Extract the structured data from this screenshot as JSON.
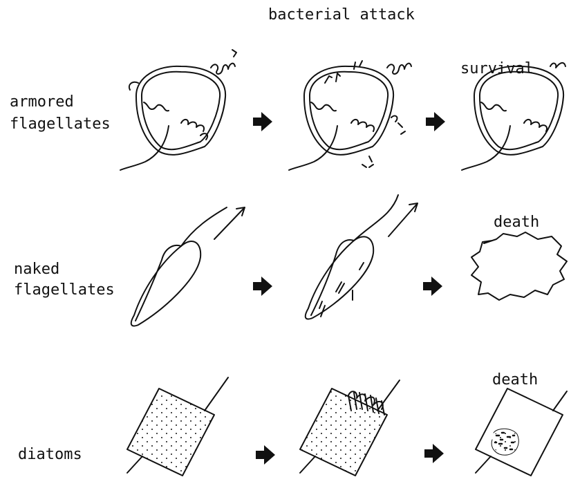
{
  "header": {
    "title": "bacterial attack"
  },
  "rows": [
    {
      "label_line1": "armored",
      "label_line2": "flagellates",
      "outcome": "survival"
    },
    {
      "label_line1": "naked",
      "label_line2": "flagellates",
      "outcome": "death"
    },
    {
      "label_line1": "diatoms",
      "outcome": "death"
    }
  ]
}
